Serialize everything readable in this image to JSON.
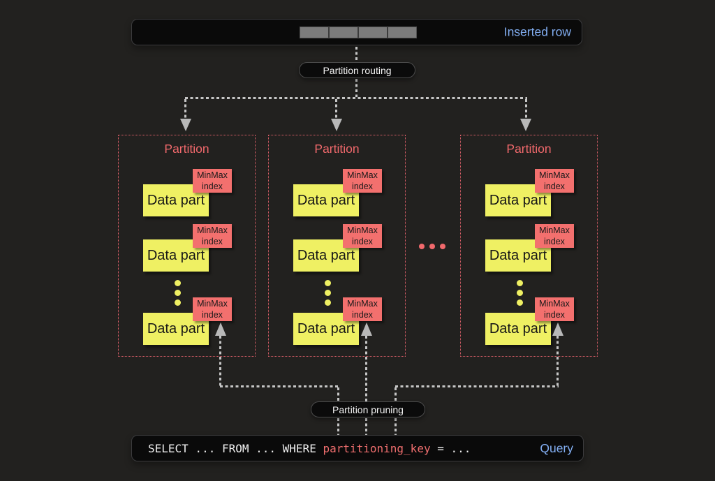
{
  "inserted_row_bar": {
    "label": "Inserted row",
    "cell_count": 4
  },
  "partition_routing": {
    "label": "Partition routing"
  },
  "partitions": [
    {
      "title": "Partition",
      "data_parts": [
        {
          "label": "Data part",
          "index_line1": "MinMax",
          "index_line2": "index"
        },
        {
          "label": "Data part",
          "index_line1": "MinMax",
          "index_line2": "index"
        },
        {
          "label": "Data part",
          "index_line1": "MinMax",
          "index_line2": "index"
        }
      ]
    },
    {
      "title": "Partition",
      "data_parts": [
        {
          "label": "Data part",
          "index_line1": "MinMax",
          "index_line2": "index"
        },
        {
          "label": "Data part",
          "index_line1": "MinMax",
          "index_line2": "index"
        },
        {
          "label": "Data part",
          "index_line1": "MinMax",
          "index_line2": "index"
        }
      ]
    },
    {
      "title": "Partition",
      "data_parts": [
        {
          "label": "Data part",
          "index_line1": "MinMax",
          "index_line2": "index"
        },
        {
          "label": "Data part",
          "index_line1": "MinMax",
          "index_line2": "index"
        },
        {
          "label": "Data part",
          "index_line1": "MinMax",
          "index_line2": "index"
        }
      ]
    }
  ],
  "partition_pruning": {
    "label": "Partition pruning"
  },
  "query_bar": {
    "sql_prefix": "SELECT ... FROM ... WHERE ",
    "sql_highlight": "partitioning_key",
    "sql_suffix": " = ...",
    "label": "Query"
  },
  "colors": {
    "background": "#22211f",
    "bar_bg": "#0a0a0a",
    "salmon": "#f1696c",
    "partition_border": "#e0606a",
    "yellow": "#eff063",
    "blue": "#82aef2",
    "line_gray": "#c6c6c6",
    "arrow_gray": "#b8b8b8",
    "cell_gray": "#7c7c7c"
  }
}
